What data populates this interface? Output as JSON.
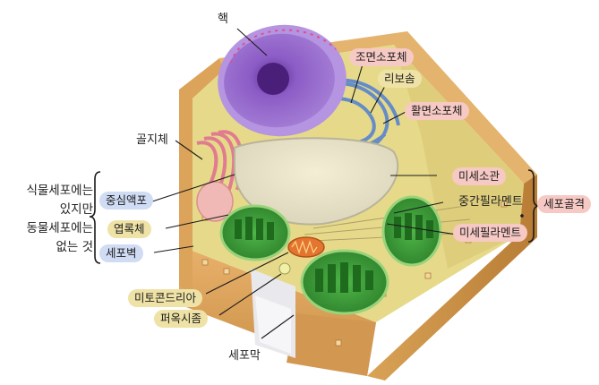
{
  "labels": {
    "nucleus": "핵",
    "rough_er": "조면소포체",
    "ribosome": "리보솜",
    "smooth_er": "활면소포체",
    "golgi": "골지체",
    "microtubule": "미세소관",
    "intermediate_filament": "중간필라멘트",
    "microfilament": "미세필라멘트",
    "cytoskeleton": "세포골격",
    "central_vacuole": "중심액포",
    "chloroplast": "엽록체",
    "cell_wall": "세포벽",
    "mitochondria": "미토콘드리아",
    "peroxisome": "퍼옥시좀",
    "cell_membrane": "세포막"
  },
  "side_note": {
    "line1": "식물세포에는",
    "line2": "있지만",
    "line3": "동물세포에는",
    "line4": "없는 것"
  },
  "colors": {
    "pink_tag": "#f6c9c4",
    "yellow_tag": "#efe2a6",
    "blue_tag": "#cfdcf3",
    "cell_wall": "#d9a25a",
    "cytoplasm": "#e6da8a",
    "nucleus": "#8a5cc2",
    "chloroplast": "#3fa33a"
  }
}
